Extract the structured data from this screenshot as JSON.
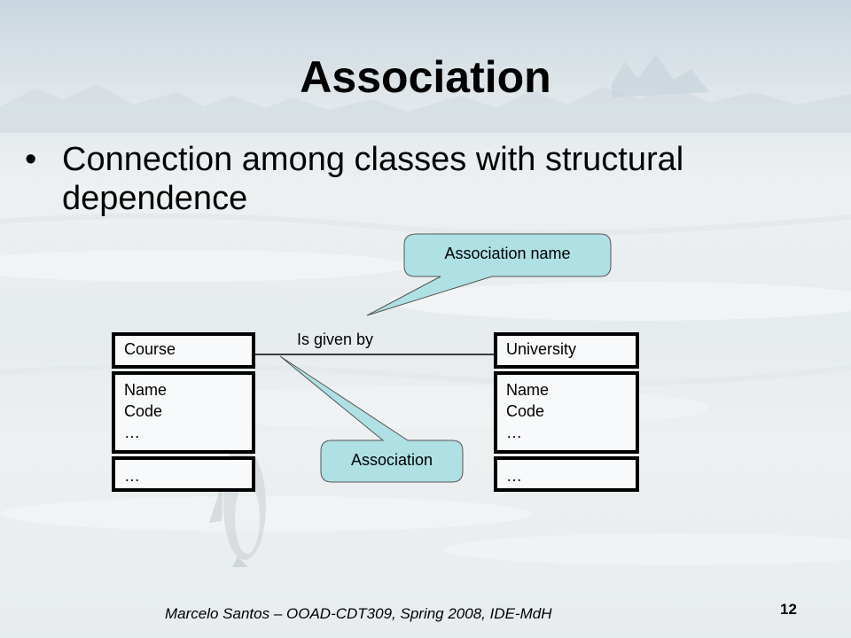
{
  "slide": {
    "title": "Association",
    "bullet": "Connection among classes with structural dependence",
    "footer": "Marcelo Santos – OOAD-CDT309, Spring 2008, IDE-MdH",
    "page_number": "12"
  },
  "diagram": {
    "classes": [
      {
        "name": "Course",
        "attributes": [
          "Name",
          "Code",
          "…"
        ],
        "operations": "…"
      },
      {
        "name": "University",
        "attributes": [
          "Name",
          "Code",
          "…"
        ],
        "operations": "…"
      }
    ],
    "association_label": "Is given by",
    "callouts": {
      "association_name": "Association name",
      "association": "Association"
    }
  },
  "colors": {
    "callout_fill": "#aee0e4",
    "line": "#000000"
  }
}
